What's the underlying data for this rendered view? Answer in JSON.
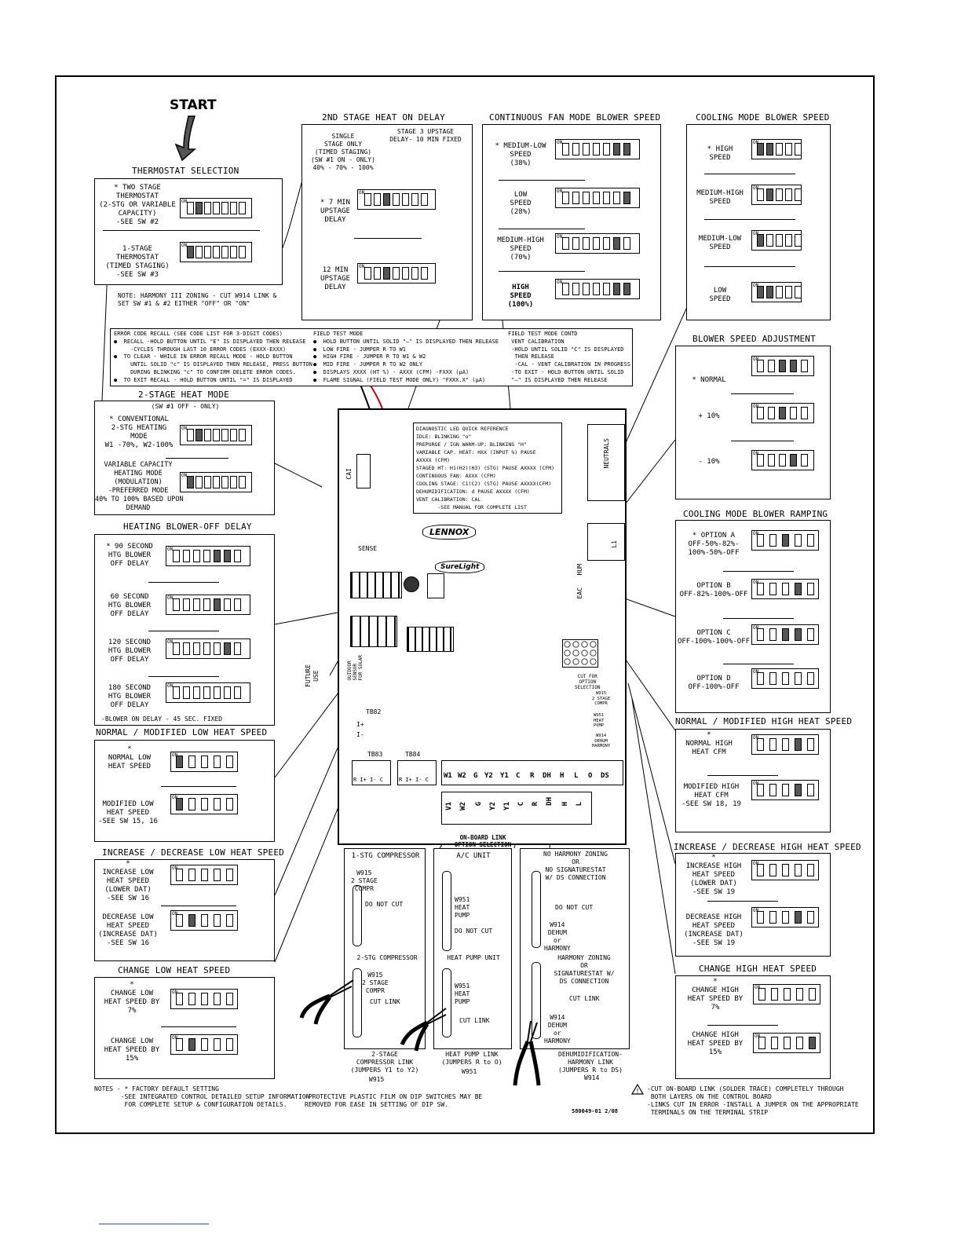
{
  "start_label": "START",
  "thermostat": {
    "title": "THERMOSTAT SELECTION",
    "opt1": "* TWO STAGE\nTHERMOSTAT\n(2-STG OR VARIABLE\nCAPACITY)\n-SEE SW #2",
    "opt2": "1-STAGE\nTHERMOSTAT\n(TIMED STAGING)\n-SEE SW #3",
    "note": "NOTE: HARMONY III ZONING - CUT W914 LINK &\nSET SW #1 & #2 EITHER \"OFF\" OR \"ON\""
  },
  "second_stage": {
    "title": "2ND STAGE HEAT ON DELAY",
    "single": "SINGLE\nSTAGE ONLY\n(TIMED STAGING)\n(SW #1 ON - ONLY)\n40% - 70% - 100%",
    "stage3": "STAGE 3 UPSTAGE\nDELAY- 10 MIN FIXED",
    "opt1": "* 7 MIN\nUPSTAGE\nDELAY",
    "opt2": "12 MIN\nUPSTAGE\nDELAY"
  },
  "continuous_fan": {
    "title": "CONTINUOUS FAN MODE BLOWER SPEED",
    "opts": [
      "* MEDIUM-LOW\nSPEED\n(38%)",
      "LOW\nSPEED\n(28%)",
      "MEDIUM-HIGH\nSPEED\n(70%)",
      "HIGH\nSPEED\n(100%)"
    ]
  },
  "cooling_speed": {
    "title": "COOLING MODE BLOWER SPEED",
    "opts": [
      "* HIGH\nSPEED",
      "MEDIUM-HIGH\nSPEED",
      "MEDIUM-LOW\nSPEED",
      "LOW\nSPEED"
    ]
  },
  "blower_adjust": {
    "title": "BLOWER SPEED ADJUSTMENT",
    "opts": [
      "* NORMAL",
      "+ 10%",
      "- 10%"
    ]
  },
  "error_recall": {
    "col1": "ERROR CODE RECALL (SEE CODE LIST FOR 3-DIGIT CODES)\n●  RECALL -HOLD BUTTON UNTIL \"E\" IS DISPLAYED THEN RELEASE\n     -CYCLES THROUGH LAST 10 ERROR CODES (EXXX-EXXX)\n●  TO CLEAR - WHILE IN ERROR RECALL MODE - HOLD BUTTON\n     UNTIL SOLID \"c\" IS DISPLAYED THEN RELEASE, PRESS BUTTON\n     DURING BLINKING \"c\" TO CONFIRM DELETE ERROR CODES.\n●  TO EXIT RECALL - HOLD BUTTON UNTIL \"=\" IS DISPLAYED",
    "col2": "FIELD TEST MODE\n●  HOLD BUTTON UNTIL SOLID \"—\" IS DISPLAYED THEN RELEASE\n●  LOW FIRE - JUMPER R TO W1\n●  HIGH FIRE - JUMPER R TO W1 & W2\n●  MID FIRE - JUMPER R TO W2 ONLY\n●  DISPLAYS XXXX (HT %) - AXXX (CFM) -FXXX (µA)\n●  FLAME SIGNAL (FIELD TEST MODE ONLY) \"FXXX.X\" (µA)",
    "col3": "FIELD TEST MODE CONTD\n VENT CALIBRATION\n -HOLD UNTIL SOLID \"C\" IS DISPLAYED\n  THEN RELEASE\n  -CAL - VENT CALIBRATION IN PROGRESS\n -TO EXIT - HOLD BUTTON UNTIL SOLID\n \"—\" IS DISPLAYED THEN RELEASE"
  },
  "two_stage_heat": {
    "title": "2-STAGE HEAT MODE",
    "sub": "(SW #1 OFF - ONLY)",
    "opt1": "* CONVENTIONAL\n2-STG HEATING\nMODE\nW1 -70%, W2-100%",
    "opt2": "VARIABLE CAPACITY\nHEATING MODE\n(MODULATION)\n-PREFERRED MODE\n40% TO 100% BASED UPON\nDEMAND"
  },
  "heating_blower": {
    "title": "HEATING BLOWER-OFF DELAY",
    "opts": [
      "* 90 SECOND\nHTG BLOWER\nOFF DELAY",
      "60 SECOND\nHTG BLOWER\nOFF DELAY",
      "120 SECOND\nHTG BLOWER\nOFF DELAY",
      "180 SECOND\nHTG BLOWER\nOFF DELAY"
    ],
    "foot": "-BLOWER ON DELAY - 45 SEC. FIXED"
  },
  "low_heat": {
    "title": "NORMAL / MODIFIED  LOW HEAT SPEED",
    "opt1": "*\nNORMAL LOW\nHEAT SPEED",
    "opt2": "MODIFIED LOW\nHEAT SPEED\n-SEE SW 15, 16"
  },
  "incdec_low": {
    "title": "INCREASE / DECREASE LOW HEAT SPEED",
    "opt1": "*\nINCREASE LOW\nHEAT SPEED\n(LOWER DAT)\n-SEE SW 16",
    "opt2": "DECREASE LOW\nHEAT SPEED\n(INCREASE DAT)\n-SEE SW 16"
  },
  "change_low": {
    "title": "CHANGE LOW HEAT SPEED",
    "opt1": "*\nCHANGE LOW\nHEAT SPEED BY\n7%",
    "opt2": "CHANGE LOW\nHEAT SPEED BY\n15%"
  },
  "cool_ramp": {
    "title": "COOLING MODE BLOWER RAMPING",
    "opts": [
      "* OPTION A\nOFF-50%-82%-\n100%-50%-OFF",
      "OPTION B\nOFF-82%-100%-OFF",
      "OPTION C\nOFF-100%-100%-OFF",
      "OPTION D\nOFF-100%-OFF"
    ]
  },
  "high_heat": {
    "title": "NORMAL / MODIFIED HIGH HEAT SPEED",
    "opt1": "*\nNORMAL HIGH\nHEAT CFM",
    "opt2": "MODIFIED HIGH\nHEAT CFM\n-SEE SW 18, 19"
  },
  "incdec_high": {
    "title": "INCREASE / DECREASE HIGH HEAT SPEED",
    "opt1": "*\nINCREASE HIGH\nHEAT SPEED\n(LOWER DAT)\n-SEE SW 19",
    "opt2": "DECREASE HIGH\nHEAT SPEED\n(INCREASE DAT)\n-SEE SW 19"
  },
  "change_high": {
    "title": "CHANGE HIGH HEAT SPEED",
    "opt1": "*\nCHANGE HIGH\nHEAT SPEED BY\n7%",
    "opt2": "CHANGE HIGH\nHEAT SPEED BY\n15%"
  },
  "board": {
    "diag": "DIAGNOSTIC LED QUICK REFERENCE\nIDLE: BLINKING \"o\"\nPREPURGE / IGN WARM-UP: BLINKING \"H\"\nVARIABLE CAP. HEAT: HXX (INPUT %) PAUSE\nAXXXX (CFM)\nSTAGED HT: H1(H2)(H3) (STG) PAUSE AXXXX (CFM)\nCONTINUOUS FAN: AXXX (CFM)\nCOOLING STAGE: C1(C2) (STG) PAUSE AXXXX(CFM)\nDEHUMIDIFICATION: d PAUSE AXXXX (CFM)\nVENT CALIBRATION: CAL\n       -SEE MANUAL FOR COMPLETE LIST",
    "brand": "LENNOX",
    "surelight": "SureLight",
    "cai": "CAI",
    "sense": "SENSE",
    "neutrals": "NEUTRALS",
    "l1": "L1",
    "hum": "HUM",
    "eac": "EAC",
    "future": "FUTURE\nUSE",
    "tb82": "TB82",
    "tb83": "TB83",
    "tb84": "TB84",
    "cut_for": "CUT FOR\nOPTION\nSELECTION",
    "w915": "W915\n2 STAGE\nCOMPR",
    "w951": "W951\nHEAT\nPUMP",
    "w914": "W914\nDEHUM\nHARMONY",
    "terms_top": [
      "W1",
      "W2",
      "G",
      "Y2",
      "Y1",
      "C",
      "R",
      "DH",
      "H",
      "L",
      "O",
      "DS"
    ],
    "terms_bot": [
      "V1",
      "W2",
      "G",
      "Y2",
      "Y1",
      "C",
      "R",
      "DH",
      "H",
      "L"
    ],
    "tb83_terms": "R I+ I- C",
    "tb84_terms": "R I+ I- C",
    "tb82_terms": "I+\nI-",
    "outdoor": "OUTDOOR\nSENSOR\nFOR SOLAR"
  },
  "links": {
    "title": "ON-BOARD LINK\nOPTION SELECTION",
    "compressor_top": "1-STG COMPRESSOR",
    "compressor_w": "W915\n2 STAGE\nCOMPR",
    "do_not_cut": "DO NOT CUT",
    "compressor_mid": "2-STG COMPRESSOR",
    "cut_link": "CUT LINK",
    "compressor_foot": "2-STAGE\nCOMPRESSOR LINK\n(JUMPERS Y1 to Y2)",
    "compressor_foot2": "W915",
    "ac_top": "A/C UNIT",
    "hp_w": "W951\nHEAT\nPUMP",
    "hp_mid": "HEAT PUMP UNIT",
    "hp_foot": "HEAT PUMP LINK\n(JUMPERS R to O)",
    "hp_foot2": "W951",
    "dh_top": "NO HARMONY ZONING\nOR\nNO SIGNATURESTAT\nW/ DS CONNECTION",
    "dh_w": "W914\nDEHUM\nor\nHARMONY",
    "dh_mid": "HARMONY ZONING\nOR\nSIGNATURESTAT W/\nDS CONNECTION",
    "dh_foot": "DEHUMIDIFICATION-\nHARMONY LINK\n(JUMPERS R to DS)",
    "dh_foot2": "W914"
  },
  "notes": {
    "left": "NOTES - * FACTORY DEFAULT SETTING\n       -SEE INTEGRATED CONTROL DETAILED SETUP INFORMATION\n        FOR COMPLETE SETUP & CONFIGURATION DETAILS.",
    "mid": "-PROTECTIVE PLASTIC FILM ON DIP SWITCHES MAY BE\nREMOVED FOR EASE IN SETTING OF DIP SW.",
    "right": "-CUT ON-BOARD LINK (SOLDER TRACE) COMPLETELY THROUGH\n BOTH LAYERS ON THE CONTROL BOARD\n-LINKS CUT IN ERROR -INSTALL A JUMPER ON THE APPROPRIATE\n TERMINALS ON THE TERMINAL STRIP",
    "part": "580049-01 2/08"
  },
  "colors": {
    "ink": "#000000",
    "switch_on": "#555555",
    "wire_red": "#cc0000"
  }
}
